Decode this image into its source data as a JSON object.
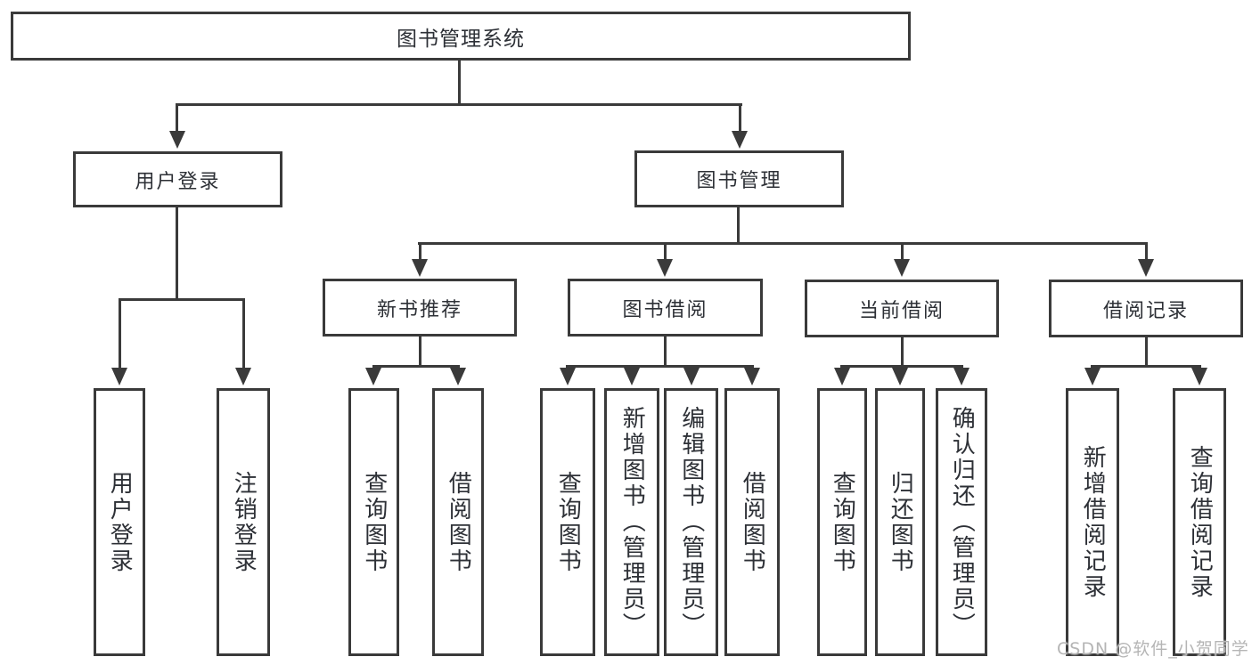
{
  "root": {
    "label": "图书管理系统"
  },
  "level2": {
    "user_login": {
      "label": "用户登录"
    },
    "book_mgmt": {
      "label": "图书管理"
    }
  },
  "level3": {
    "new_books": {
      "label": "新书推荐"
    },
    "book_borrow": {
      "label": "图书借阅"
    },
    "current_borrow": {
      "label": "当前借阅"
    },
    "borrow_records": {
      "label": "借阅记录"
    }
  },
  "leaves": {
    "user_login": {
      "label": "用户登录"
    },
    "logout": {
      "label": "注销登录"
    },
    "nb_query": {
      "label": "查询图书"
    },
    "nb_borrow": {
      "label": "借阅图书"
    },
    "bb_query": {
      "label": "查询图书"
    },
    "bb_add": {
      "label": "新增图书（管理员）"
    },
    "bb_edit": {
      "label": "编辑图书（管理员）"
    },
    "bb_borrow": {
      "label": "借阅图书"
    },
    "cb_query": {
      "label": "查询图书"
    },
    "cb_return": {
      "label": "归还图书"
    },
    "cb_confirm": {
      "label": "确认归还（管理员）"
    },
    "br_add": {
      "label": "新增借阅记录"
    },
    "br_query": {
      "label": "查询借阅记录"
    }
  },
  "watermark": {
    "text": "CSDN @软件_小贺同学"
  },
  "colors": {
    "line": "#3a3a3a",
    "text": "#2d3036",
    "watermark": "#b5b5b5",
    "background": "#ffffff"
  }
}
